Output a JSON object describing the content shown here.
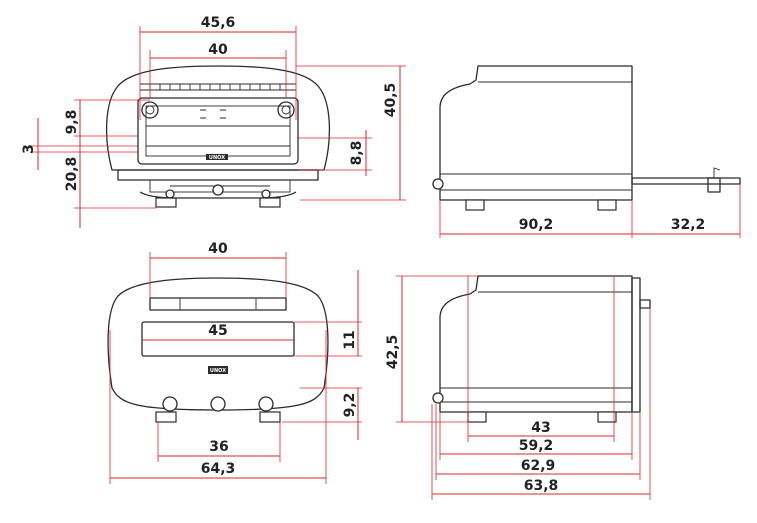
{
  "colors": {
    "dimension": "#e0242b",
    "outline": "#2b2b2b",
    "text": "#222222"
  },
  "front_open": {
    "dim_outer_width": "45,6",
    "dim_inner_width": "40",
    "dim_height": "40,5",
    "dim_top_gap": "9,8",
    "dim_small": "3",
    "dim_lower": "20,8",
    "dim_side": "8,8",
    "brand": "UNOX"
  },
  "side_open": {
    "dim_depth": "90,2",
    "dim_door": "32,2"
  },
  "front_closed": {
    "dim_top_width": "40",
    "dim_window_width": "45",
    "dim_feet_width": "36",
    "dim_total_width": "64,3",
    "dim_window_height": "11",
    "dim_base_height": "9,2",
    "brand": "UNOX"
  },
  "side_closed": {
    "dim_height": "42,5",
    "dim_feet": "43",
    "dim_body": "59,2",
    "dim_with_handle": "62,9",
    "dim_total": "63,8"
  }
}
